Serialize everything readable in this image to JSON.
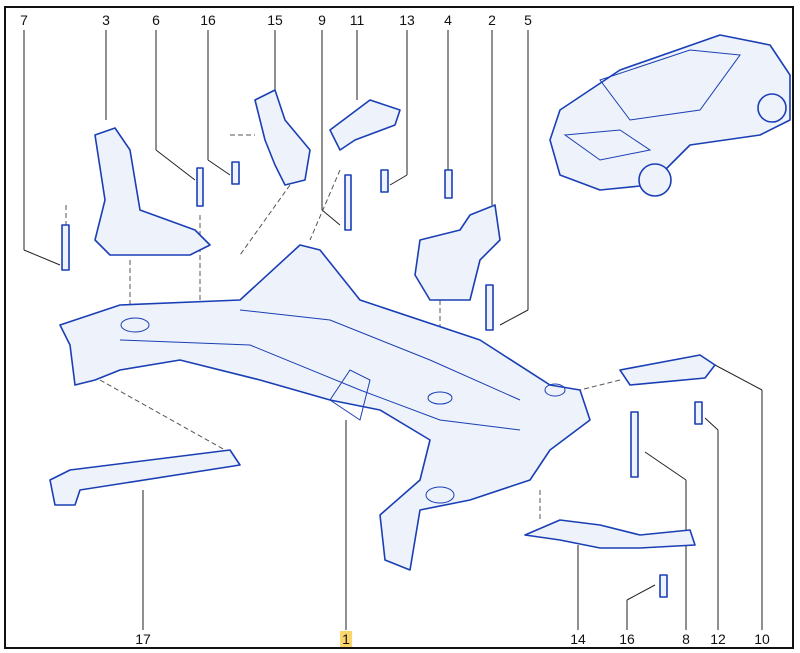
{
  "diagram": {
    "title": "Front subframe exploded view",
    "accent_color": "#1a3fb5",
    "highlight_color": "#f9d66b",
    "top_labels": [
      "7",
      "3",
      "6",
      "16",
      "15",
      "9",
      "11",
      "13",
      "4",
      "2",
      "5"
    ],
    "bottom_labels": [
      "17",
      "1",
      "14",
      "16",
      "8",
      "12",
      "10"
    ],
    "highlighted_label": "1"
  }
}
